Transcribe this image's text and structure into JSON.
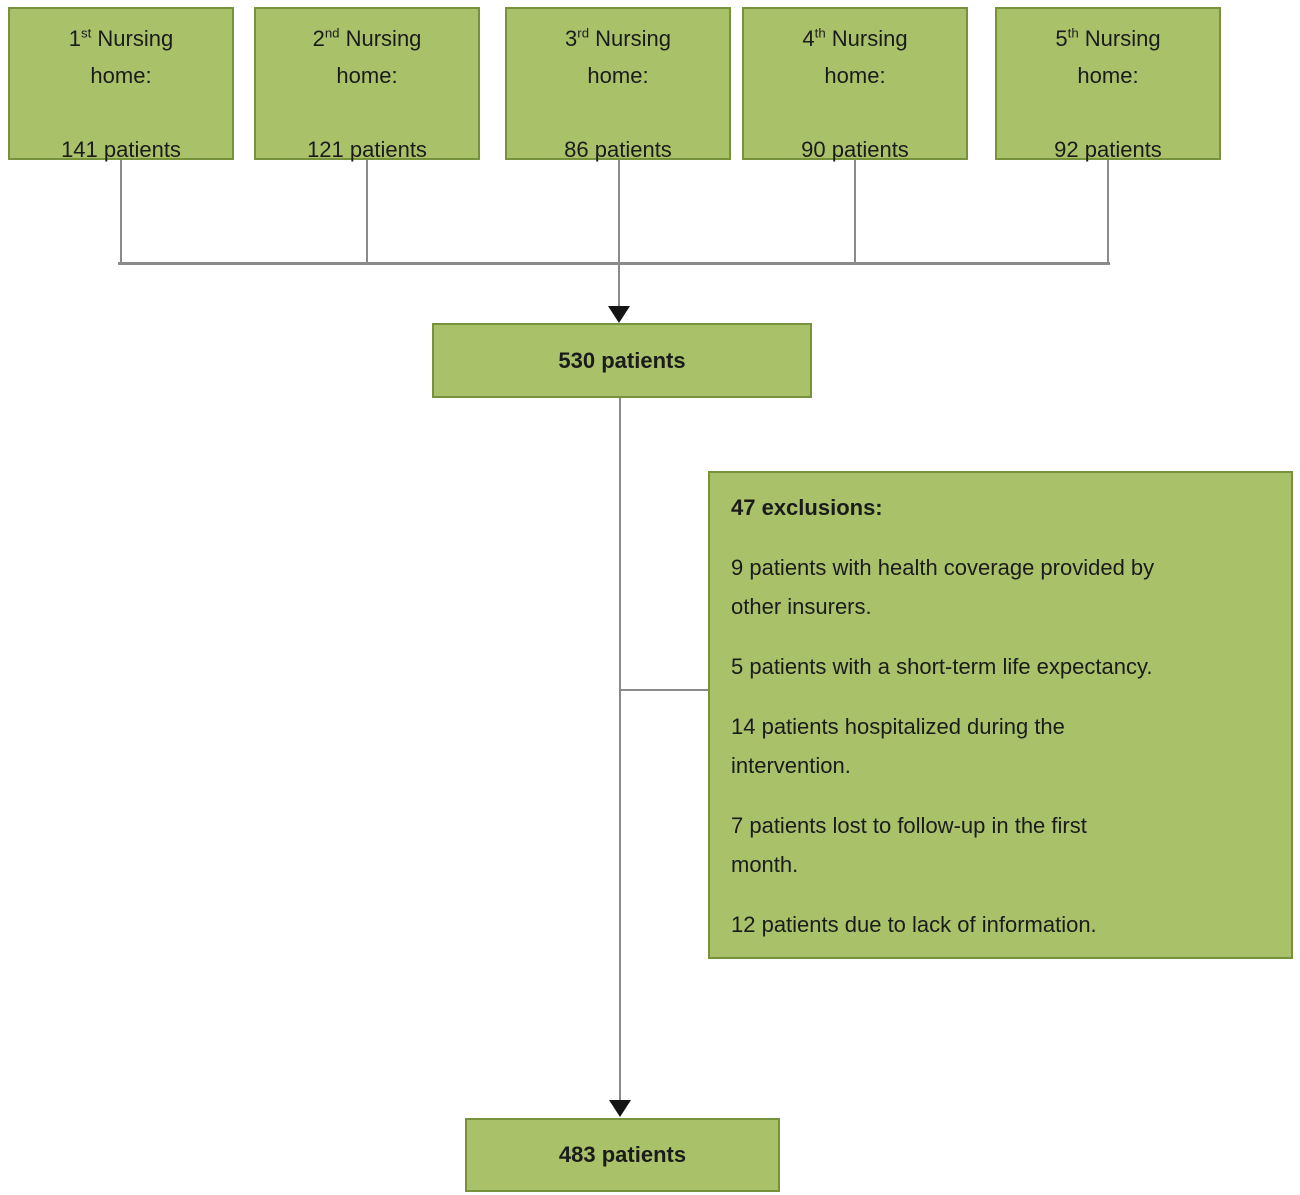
{
  "colors": {
    "box_fill": "#a9c26a",
    "box_border": "#77923d",
    "connector_line": "#8a8a8a",
    "arrow": "#141414",
    "text": "#1b1b1b"
  },
  "nursing_homes": [
    {
      "ordinal": "1",
      "suffix": "st",
      "name_rest": " Nursing",
      "line2": "home:",
      "count": "141 patients"
    },
    {
      "ordinal": "2",
      "suffix": "nd",
      "name_rest": " Nursing",
      "line2": "home:",
      "count": "121 patients"
    },
    {
      "ordinal": "3",
      "suffix": "rd",
      "name_rest": " Nursing",
      "line2": "home:",
      "count": "86 patients"
    },
    {
      "ordinal": "4",
      "suffix": "th",
      "name_rest": " Nursing",
      "line2": "home:",
      "count": "90 patients"
    },
    {
      "ordinal": "5",
      "suffix": "th",
      "name_rest": " Nursing",
      "line2": "home:",
      "count": "92 patients"
    }
  ],
  "total_box": {
    "label": "530 patients"
  },
  "exclusions_box": {
    "heading": "47 exclusions:",
    "items": [
      "9 patients with health coverage provided by\nother insurers.",
      "5 patients with a short-term life expectancy.",
      "14 patients hospitalized during the\nintervention.",
      "7 patients lost to follow-up in the first\nmonth.",
      "12 patients due to lack of information."
    ]
  },
  "final_box": {
    "label": "483 patients"
  },
  "chart_data": {
    "type": "table",
    "title": "Patient flow diagram",
    "nursing_home_patients": [
      141,
      121,
      86,
      90,
      92
    ],
    "total_enrolled": 530,
    "exclusions_total": 47,
    "exclusions_breakdown": [
      9,
      5,
      14,
      7,
      12
    ],
    "final_analyzed": 483
  }
}
